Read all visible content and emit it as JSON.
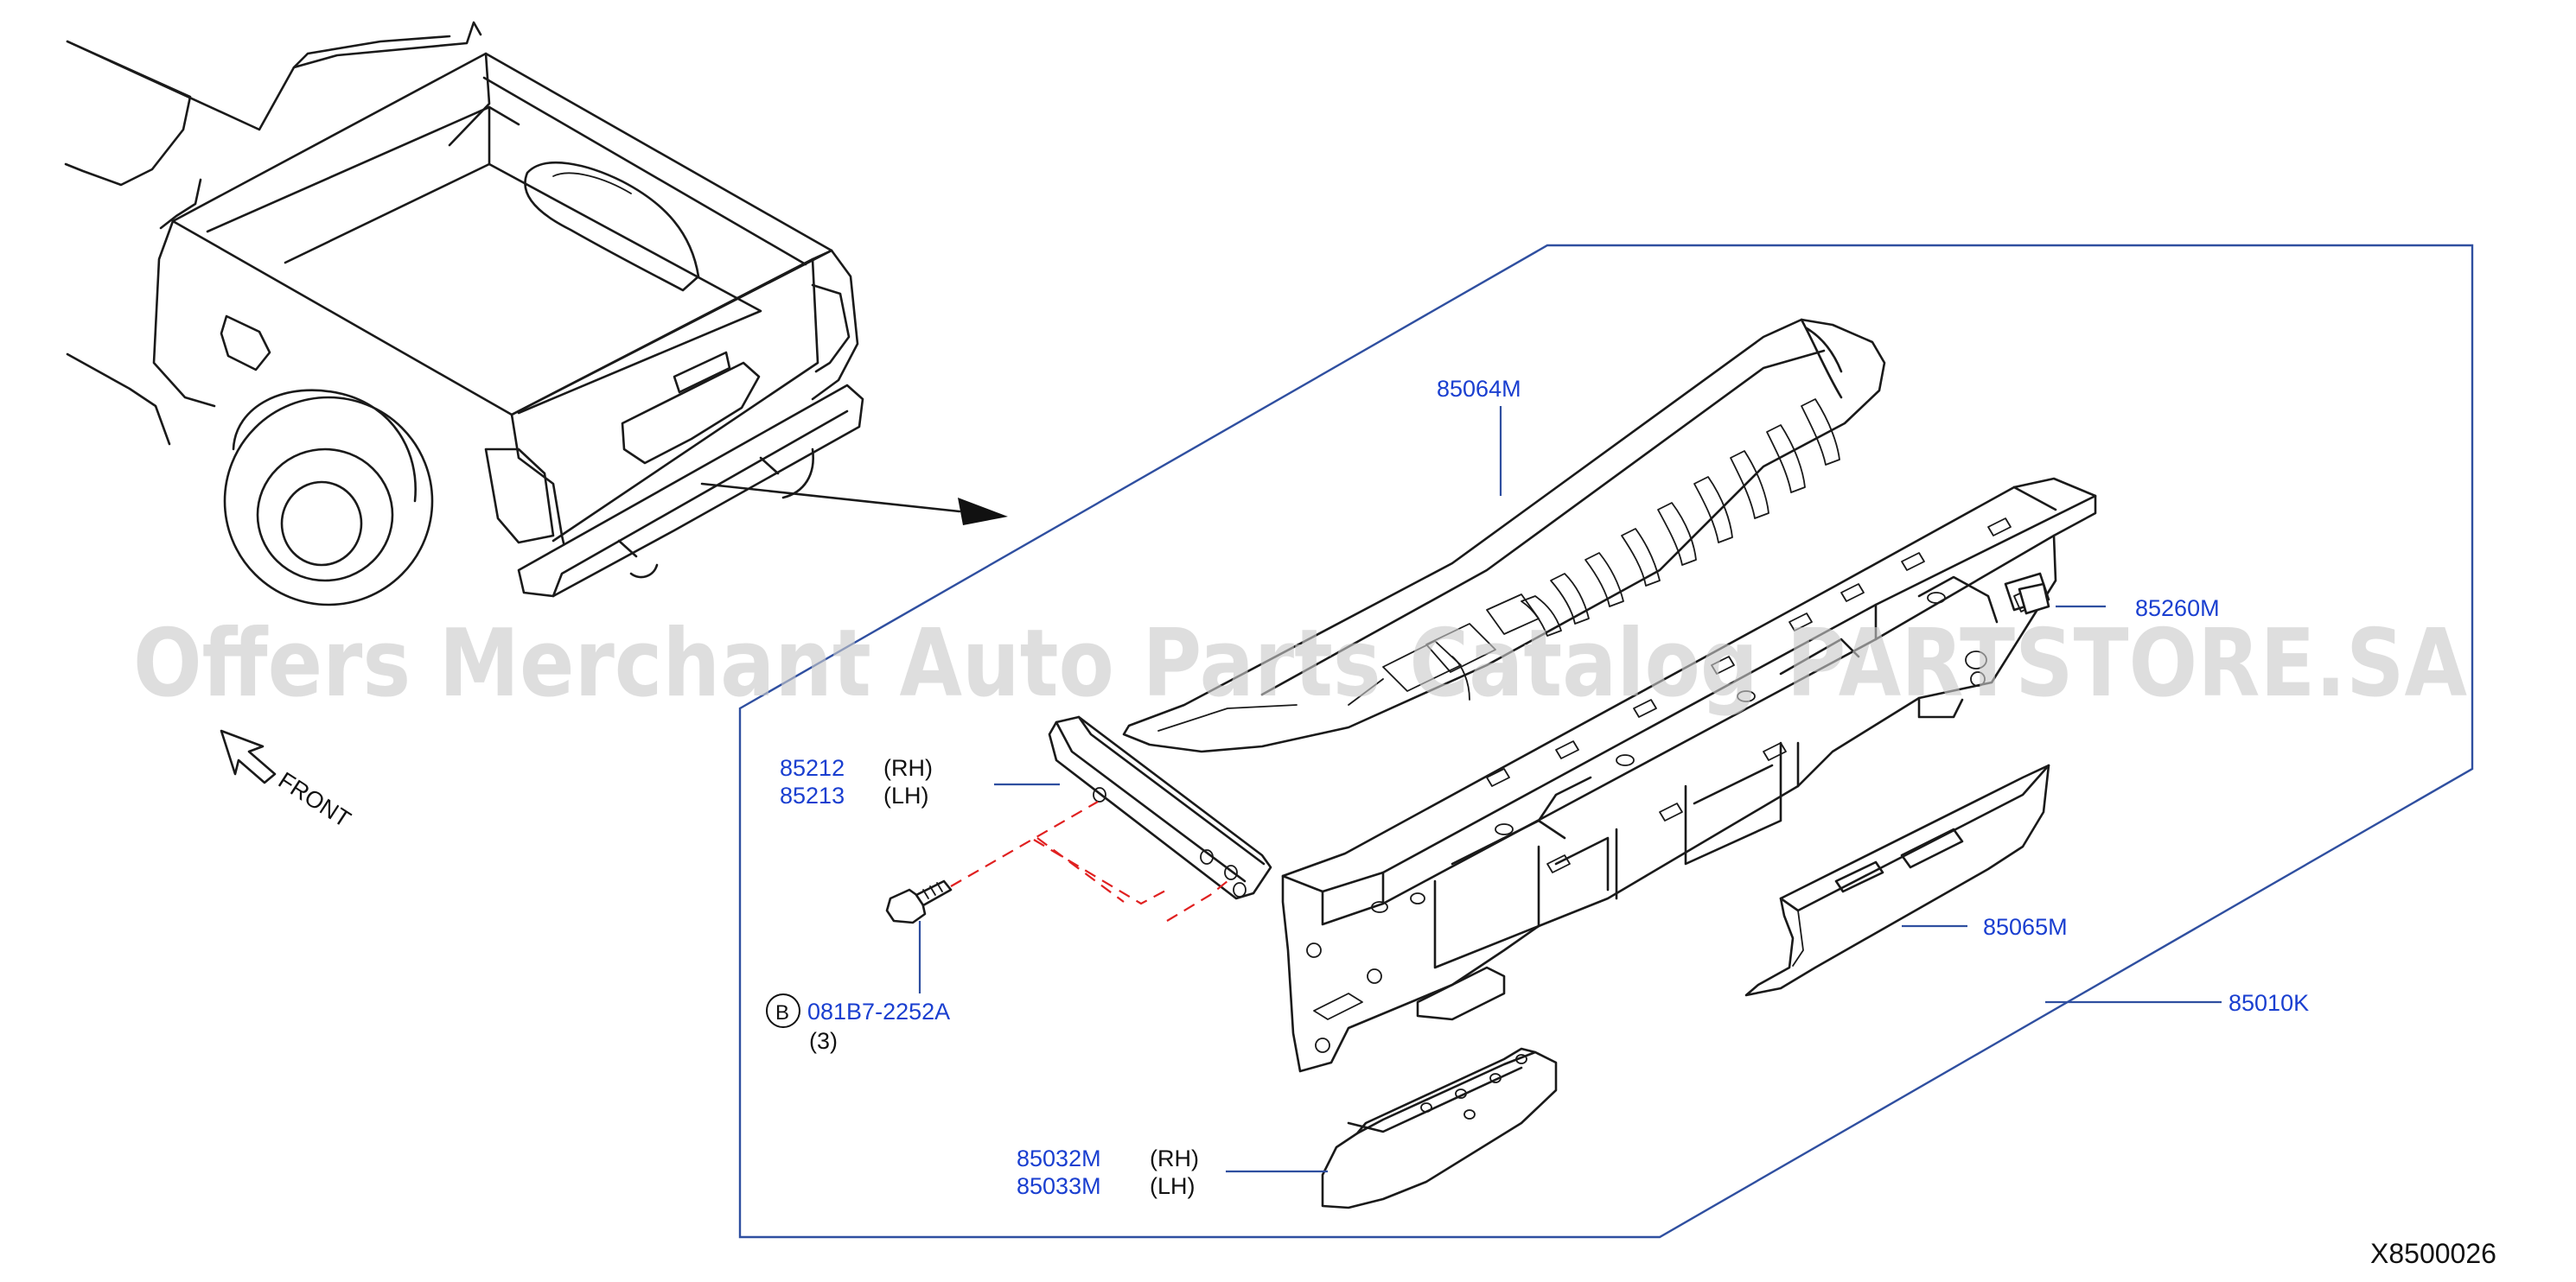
{
  "watermark": "Offers Merchant Auto Parts Catalog PARTSTORE.SA",
  "diagram_code": "X8500026",
  "direction_label": "FRONT",
  "parts": {
    "step_pad": "85064M",
    "bracket_rh": "85212",
    "bracket_lh": "85213",
    "side_rh": "(RH)",
    "side_lh": "(LH)",
    "reinforcement": "85260M",
    "center_cover": "85065M",
    "bumper_assy": "85010K",
    "bolt_symbol": "B",
    "bolt": "081B7-2252A",
    "bolt_qty": "(3)",
    "end_cap_rh": "85032M",
    "end_cap_lh": "85033M",
    "end_cap_side_rh": "(RH)",
    "end_cap_side_lh": "(LH)"
  }
}
